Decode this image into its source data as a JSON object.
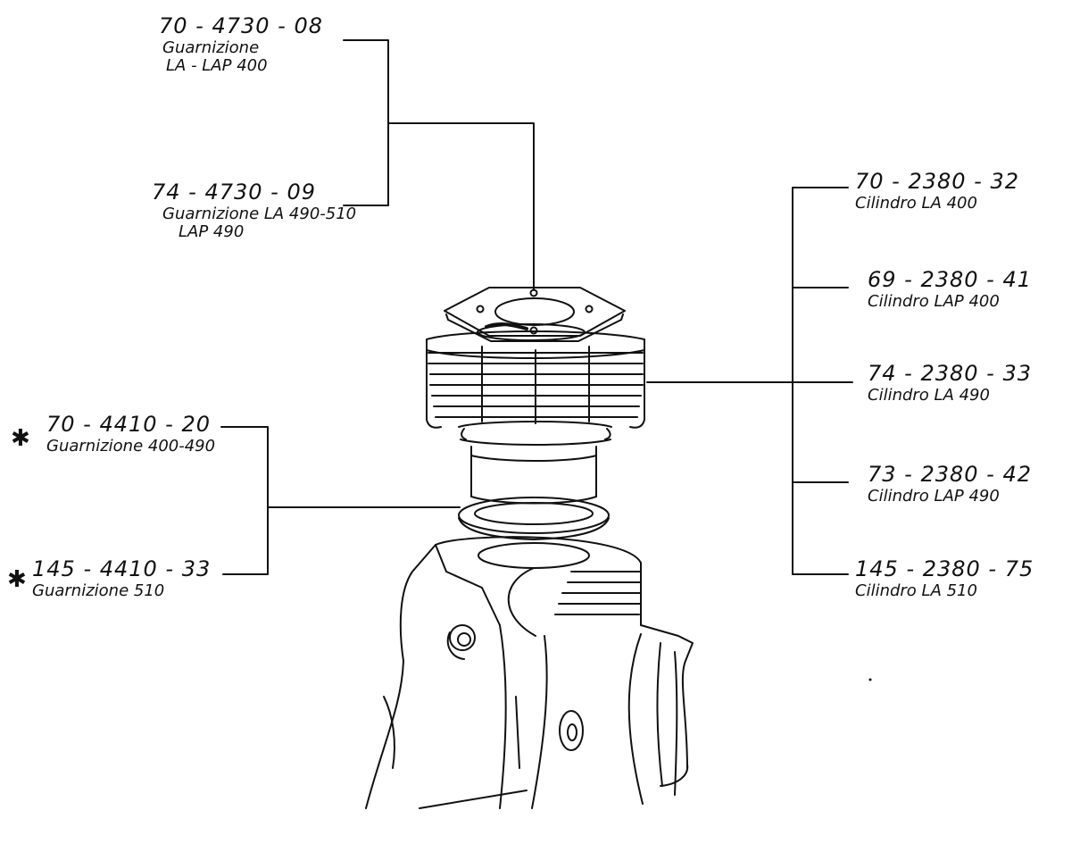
{
  "parts": {
    "gasket_400": {
      "code": "70 - 4730 - 08",
      "desc_1": "Guarnizione",
      "desc_2": "LA - LAP 400"
    },
    "gasket_490_510": {
      "code": "74 - 4730 - 09",
      "desc_1": "Guarnizione LA 490-510",
      "desc_2": "LAP 490"
    },
    "base_gasket_400_490": {
      "code": "70 - 4410 - 20",
      "desc": "Guarnizione 400-490",
      "mark": "✱"
    },
    "base_gasket_510": {
      "code": "145 - 4410 - 33",
      "desc": "Guarnizione 510",
      "mark": "✱"
    },
    "cyl_la_400": {
      "code": "70 - 2380 - 32",
      "desc": "Cilindro LA 400"
    },
    "cyl_lap_400": {
      "code": "69 - 2380 - 41",
      "desc": "Cilindro LAP 400"
    },
    "cyl_la_490": {
      "code": "74 - 2380 - 33",
      "desc": "Cilindro LA 490"
    },
    "cyl_lap_490": {
      "code": "73 - 2380 - 42",
      "desc": "Cilindro LAP 490"
    },
    "cyl_la_510": {
      "code": "145 - 2380 - 75",
      "desc": "Cilindro LA 510"
    }
  },
  "colors": {
    "ink": "#111111",
    "paper": "#ffffff"
  }
}
